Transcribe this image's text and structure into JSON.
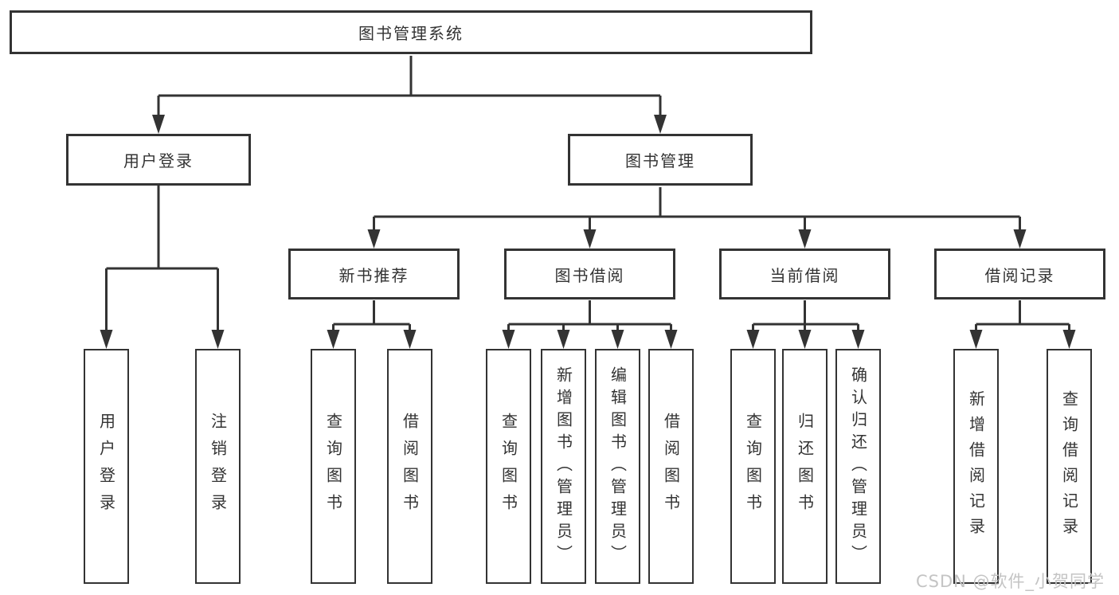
{
  "diagram": {
    "root": {
      "label": "图书管理系统"
    },
    "branches": [
      {
        "label": "用户登录",
        "children": [
          {
            "label": "用户登录"
          },
          {
            "label": "注销登录"
          }
        ]
      },
      {
        "label": "图书管理",
        "children": [
          {
            "label": "新书推荐",
            "children": [
              {
                "label": "查询图书"
              },
              {
                "label": "借阅图书"
              }
            ]
          },
          {
            "label": "图书借阅",
            "children": [
              {
                "label": "查询图书"
              },
              {
                "label": "新增图书（管理员）"
              },
              {
                "label": "编辑图书（管理员）"
              },
              {
                "label": "借阅图书"
              }
            ]
          },
          {
            "label": "当前借阅",
            "children": [
              {
                "label": "查询图书"
              },
              {
                "label": "归还图书"
              },
              {
                "label": "确认归还（管理员）"
              }
            ]
          },
          {
            "label": "借阅记录",
            "children": [
              {
                "label": "新增借阅记录"
              },
              {
                "label": "查询借阅记录"
              }
            ]
          }
        ]
      }
    ]
  },
  "watermark": {
    "text": "CSDN @软件_小贺同学"
  },
  "colors": {
    "line": "#333333",
    "box_border": "#333333",
    "box_fill": "#ffffff",
    "text": "#333333",
    "watermark": "#c4c4c4"
  }
}
